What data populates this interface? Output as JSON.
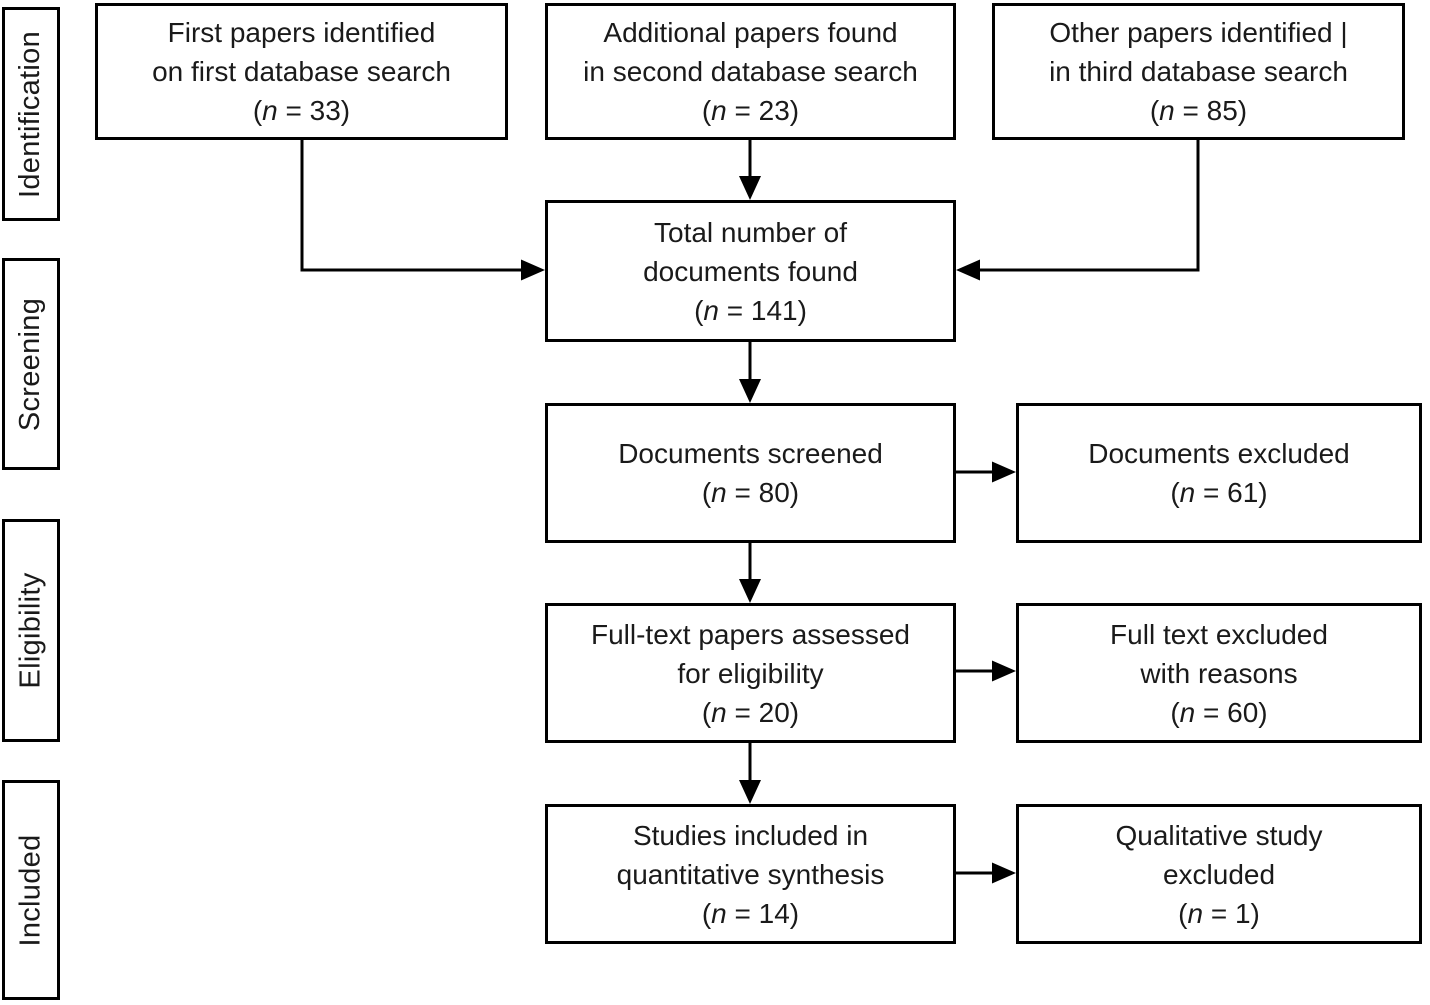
{
  "phases": [
    {
      "id": "identification",
      "label": "Identification"
    },
    {
      "id": "screening",
      "label": "Screening"
    },
    {
      "id": "eligibility",
      "label": "Eligibility"
    },
    {
      "id": "included",
      "label": "Included"
    }
  ],
  "nodes": {
    "first_papers": {
      "lines": [
        "First papers identified",
        "on first database search"
      ],
      "count_parts": [
        "(",
        "n",
        " = 33)"
      ],
      "n": 33
    },
    "additional_papers": {
      "lines": [
        "Additional papers found",
        "in second database search"
      ],
      "count_parts": [
        "(",
        "n",
        " = 23)"
      ],
      "n": 23
    },
    "other_papers": {
      "lines": [
        "Other papers identified |",
        "in third database search"
      ],
      "count_parts": [
        "(",
        "n",
        " = 85)"
      ],
      "n": 85
    },
    "total_documents": {
      "lines": [
        "Total number of",
        "documents found"
      ],
      "count_parts": [
        "(",
        "n",
        " = 141)"
      ],
      "n": 141
    },
    "documents_screened": {
      "lines": [
        "Documents screened"
      ],
      "count_parts": [
        "(",
        "n",
        " = 80)"
      ],
      "n": 80
    },
    "documents_excluded": {
      "lines": [
        "Documents excluded"
      ],
      "count_parts": [
        "(",
        "n",
        " = 61)"
      ],
      "n": 61
    },
    "fulltext_assessed": {
      "lines": [
        "Full-text papers assessed",
        "for eligibility"
      ],
      "count_parts": [
        "(",
        "n",
        " = 20)"
      ],
      "n": 20
    },
    "fulltext_excluded": {
      "lines": [
        "Full text excluded",
        "with reasons"
      ],
      "count_parts": [
        "(",
        "n",
        " = 60)"
      ],
      "n": 60
    },
    "studies_included": {
      "lines": [
        "Studies included in",
        "quantitative synthesis"
      ],
      "count_parts": [
        "(",
        "n",
        " = 14)"
      ],
      "n": 14
    },
    "qualitative_excluded": {
      "lines": [
        "Qualitative study",
        "excluded"
      ],
      "count_parts": [
        "(",
        "n",
        " = 1)"
      ],
      "n": 1
    }
  },
  "edges": [
    {
      "from": "first_papers",
      "to": "total_documents"
    },
    {
      "from": "additional_papers",
      "to": "total_documents"
    },
    {
      "from": "other_papers",
      "to": "total_documents"
    },
    {
      "from": "total_documents",
      "to": "documents_screened"
    },
    {
      "from": "documents_screened",
      "to": "documents_excluded"
    },
    {
      "from": "documents_screened",
      "to": "fulltext_assessed"
    },
    {
      "from": "fulltext_assessed",
      "to": "fulltext_excluded"
    },
    {
      "from": "fulltext_assessed",
      "to": "studies_included"
    },
    {
      "from": "studies_included",
      "to": "qualitative_excluded"
    }
  ],
  "colors": {
    "background": "#ffffff",
    "box_border": "#000000",
    "text": "#1a1a1a",
    "arrow": "#000000"
  }
}
